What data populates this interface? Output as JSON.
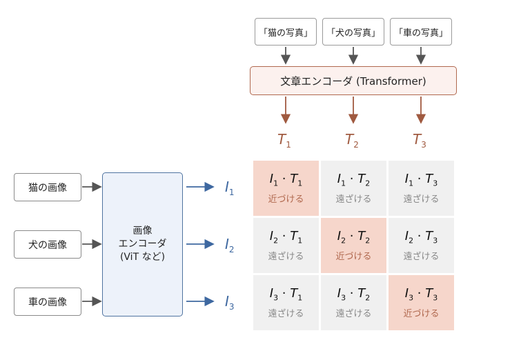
{
  "captions": [
    "「猫の写真」",
    "「犬の写真」",
    "「車の写真」"
  ],
  "text_encoder": "文章エンコーダ (Transformer)",
  "text_labels": [
    "T",
    "T",
    "T"
  ],
  "image_inputs": [
    "猫の画像",
    "犬の画像",
    "車の画像"
  ],
  "image_encoder": {
    "line1": "画像",
    "line2": "エンコーダ",
    "line3": "(ViT など)"
  },
  "image_labels": [
    "I",
    "I",
    "I"
  ],
  "subscripts": [
    "1",
    "2",
    "3"
  ],
  "matrix": {
    "rows": [
      [
        {
          "i": "1",
          "t": "1",
          "note": "近づける"
        },
        {
          "i": "1",
          "t": "2",
          "note": "遠ざける"
        },
        {
          "i": "1",
          "t": "3",
          "note": "遠ざける"
        }
      ],
      [
        {
          "i": "2",
          "t": "1",
          "note": "遠ざける"
        },
        {
          "i": "2",
          "t": "2",
          "note": "近づける"
        },
        {
          "i": "2",
          "t": "3",
          "note": "遠ざける"
        }
      ],
      [
        {
          "i": "3",
          "t": "1",
          "note": "遠ざける"
        },
        {
          "i": "3",
          "t": "2",
          "note": "遠ざける"
        },
        {
          "i": "3",
          "t": "3",
          "note": "近づける"
        }
      ]
    ],
    "operator": "·",
    "symbol_i": "I",
    "symbol_t": "T"
  },
  "colors": {
    "text_side": "#a05a40",
    "image_side": "#3e68a0",
    "positive_pair": "#f6d6cb",
    "negative_pair": "#f0f0f0"
  }
}
